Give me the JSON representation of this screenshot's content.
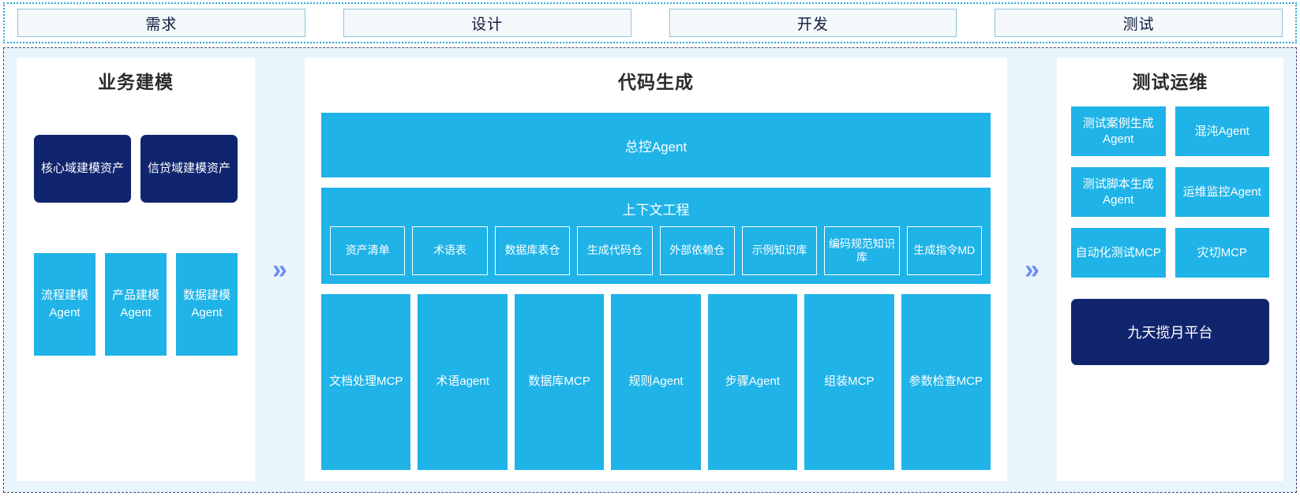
{
  "colors": {
    "cyan": "#1fb3e8",
    "navy": "#11256e",
    "page_bg": "#e9f5fd",
    "panel_bg": "#ffffff",
    "phase_fill": "#f4f8fb",
    "phase_border": "#8fc4d8",
    "chevron": "#6e8ff0",
    "outer_border": "#2aa9d8"
  },
  "phases": [
    {
      "label": "需求"
    },
    {
      "label": "设计"
    },
    {
      "label": "开发"
    },
    {
      "label": "测试"
    }
  ],
  "chevrons": {
    "glyph": "»"
  },
  "left_panel": {
    "title": "业务建模",
    "assets": [
      {
        "label": "核心域建模资产"
      },
      {
        "label": "信贷域建模资产"
      }
    ],
    "modelers": [
      {
        "label": "流程建模Agent"
      },
      {
        "label": "产品建模Agent"
      },
      {
        "label": "数据建模Agent"
      }
    ]
  },
  "center_panel": {
    "title": "代码生成",
    "master_agent": "总控Agent",
    "context": {
      "title": "上下文工程",
      "items": [
        {
          "label": "资产清单"
        },
        {
          "label": "术语表"
        },
        {
          "label": "数据库表仓"
        },
        {
          "label": "生成代码仓"
        },
        {
          "label": "外部依赖仓"
        },
        {
          "label": "示例知识库"
        },
        {
          "label": "编码规范知识库"
        },
        {
          "label": "生成指令MD"
        }
      ]
    },
    "tools": [
      {
        "label": "文档处理MCP"
      },
      {
        "label": "术语agent"
      },
      {
        "label": "数据库MCP"
      },
      {
        "label": "规则Agent"
      },
      {
        "label": "步骤Agent"
      },
      {
        "label": "组装MCP"
      },
      {
        "label": "参数检查MCP"
      }
    ]
  },
  "right_panel": {
    "title": "测试运维",
    "items": [
      {
        "label": "测试案例生成Agent"
      },
      {
        "label": "混沌Agent"
      },
      {
        "label": "测试脚本生成Agent"
      },
      {
        "label": "运维监控Agent"
      },
      {
        "label": "自动化测试MCP"
      },
      {
        "label": "灾切MCP"
      }
    ],
    "platform": "九天揽月平台"
  }
}
